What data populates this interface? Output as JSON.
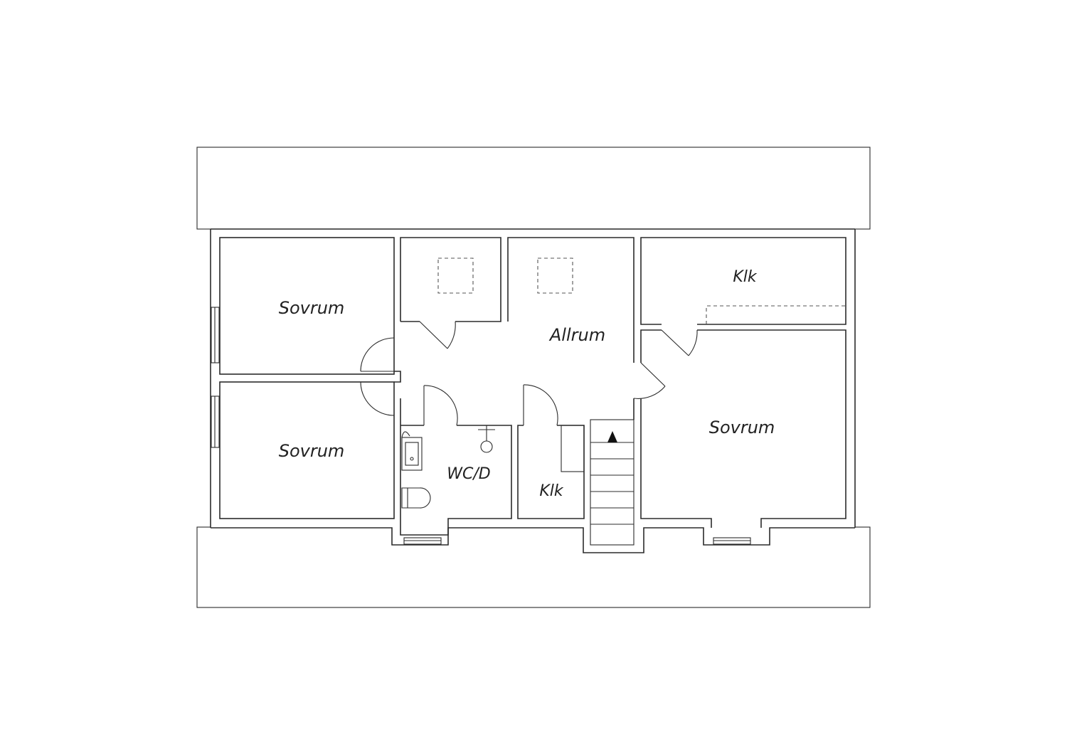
{
  "rooms": {
    "sovrum_top_left": "Sovrum",
    "sovrum_bottom_left": "Sovrum",
    "allrum": "Allrum",
    "klk_top_right": "Klk",
    "sovrum_right": "Sovrum",
    "wc_d": "WC/D",
    "klk_center": "Klk"
  },
  "icons": [
    "door-swing-icon",
    "window-icon",
    "stair-arrow-icon",
    "sink-icon",
    "toilet-icon",
    "shower-icon",
    "skylight-icon"
  ],
  "colors": {
    "line": "#2b2b2b",
    "background": "#ffffff"
  }
}
